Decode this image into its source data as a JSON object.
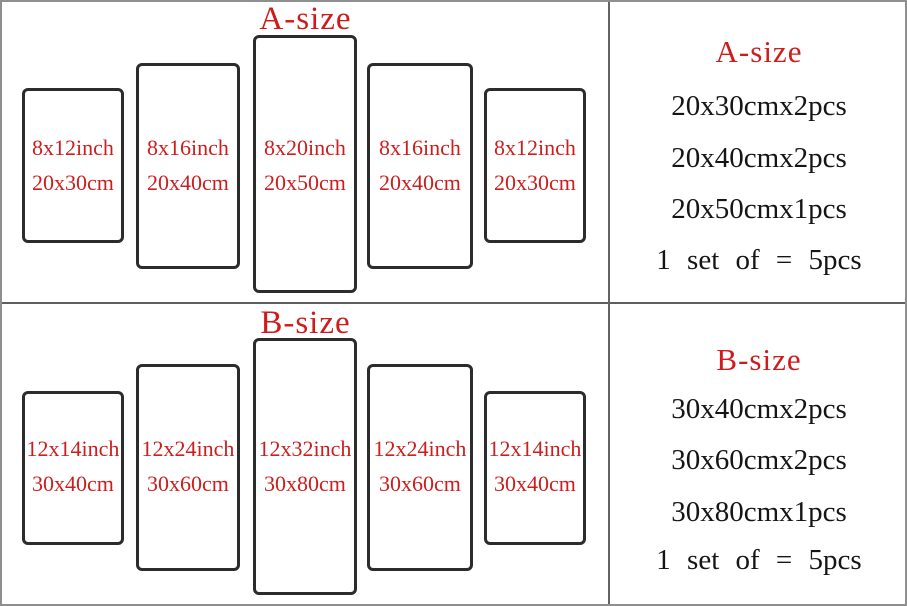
{
  "colors": {
    "accent_red": "#ce1c1c",
    "panel_border": "#2c2c2c",
    "divider_gray": "#5f5f5f"
  },
  "section_a": {
    "title": "A-size",
    "panels": [
      {
        "inch": "8x12inch",
        "cm": "20x30cm"
      },
      {
        "inch": "8x16inch",
        "cm": "20x40cm"
      },
      {
        "inch": "8x20inch",
        "cm": "20x50cm"
      },
      {
        "inch": "8x16inch",
        "cm": "20x40cm"
      },
      {
        "inch": "8x12inch",
        "cm": "20x30cm"
      }
    ],
    "summary_title": "A-size",
    "summary_lines": [
      "20x30cmx2pcs",
      "20x40cmx2pcs",
      "20x50cmx1pcs"
    ],
    "summary_total": "1 set of = 5pcs"
  },
  "section_b": {
    "title": "B-size",
    "panels": [
      {
        "inch": "12x14inch",
        "cm": "30x40cm"
      },
      {
        "inch": "12x24inch",
        "cm": "30x60cm"
      },
      {
        "inch": "12x32inch",
        "cm": "30x80cm"
      },
      {
        "inch": "12x24inch",
        "cm": "30x60cm"
      },
      {
        "inch": "12x14inch",
        "cm": "30x40cm"
      }
    ],
    "summary_title": "B-size",
    "summary_lines": [
      "30x40cmx2pcs",
      "30x60cmx2pcs",
      "30x80cmx1pcs"
    ],
    "summary_total": "1 set of = 5pcs"
  }
}
